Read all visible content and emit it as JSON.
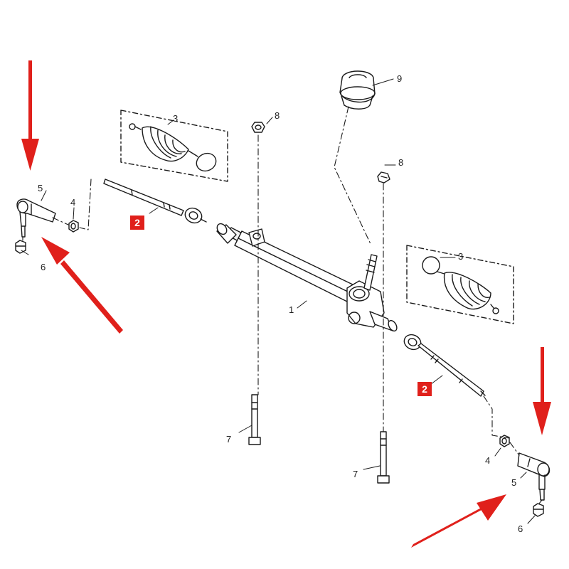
{
  "callouts": {
    "c1": "1",
    "c2_left": "2",
    "c2_right": "2",
    "c3_left": "3",
    "c3_right": "3",
    "c4_left": "4",
    "c4_right": "4",
    "c5_left": "5",
    "c5_right": "5",
    "c6_left": "6",
    "c6_right": "6",
    "c7_left": "7",
    "c7_right": "7",
    "c8_left": "8",
    "c8_right": "8",
    "c9": "9"
  },
  "colors": {
    "line": "#1a1a1a",
    "highlight": "#e0201b",
    "background": "#ffffff"
  },
  "icons": [
    "arrow-icon",
    "steering-rack",
    "tie-rod",
    "tie-rod-end",
    "boot",
    "bolt",
    "nut",
    "seal"
  ]
}
